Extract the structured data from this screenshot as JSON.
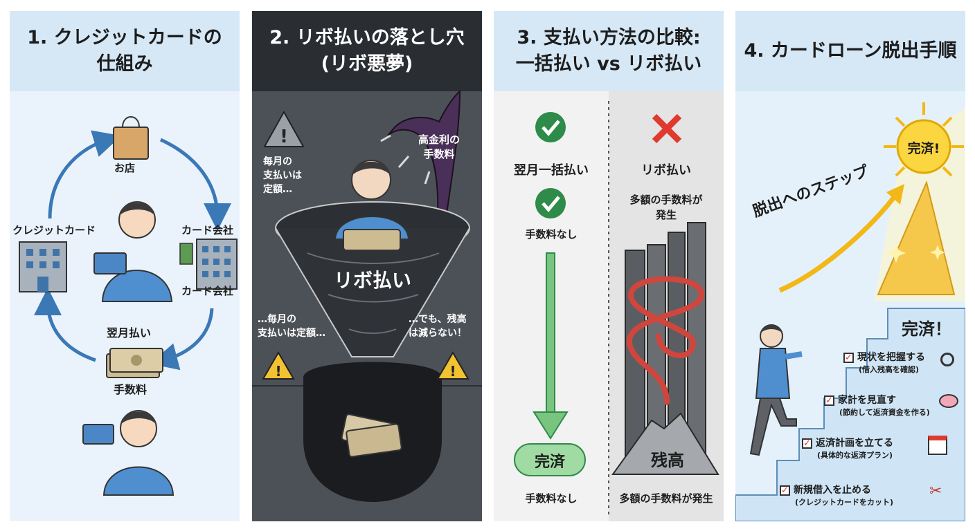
{
  "panel1": {
    "title_line1": "1. クレジットカードの",
    "title_line2": "仕組み",
    "shop_label": "お店",
    "card_label": "クレジットカード",
    "company_label_1": "カード会社",
    "company_label_2": "カード会社",
    "next_month_label": "翌月払い",
    "fee_label": "手数料",
    "icons": [
      "shopping-bag",
      "building",
      "person-with-card",
      "bank-building",
      "money-stack",
      "worried-person"
    ]
  },
  "panel2": {
    "title_line1": "2. リボ払いの落とし穴",
    "title_line2": "(リボ悪夢)",
    "note_left_top": "毎月の\n支払いは\n定額…",
    "note_monster": "高金利の\n手数料",
    "funnel_label": "リボ払い",
    "note_left_bottom": "…毎月の\n支払いは定額…",
    "note_right_bottom": "…でも、残高\nは減らない！",
    "icons": [
      "warning-triangle",
      "warning-triangle",
      "warning-triangle",
      "monster-claw",
      "funnel",
      "cash-bundle"
    ]
  },
  "panel3": {
    "title_line1": "3. 支払い方法の比較:",
    "title_line2": "一括払い vs リボ払い",
    "left_heading": "翌月一括払い",
    "left_no_fee": "手数料なし",
    "left_complete": "完済",
    "left_bottom": "手数料なし",
    "right_heading": "リボ払い",
    "right_note": "多額の手数料が\n発生",
    "balance_label": "残高",
    "right_bottom": "多額の手数料が発生",
    "colors": {
      "good": "#2e8b4a",
      "bad": "#e03a2f"
    }
  },
  "panel4": {
    "title": "4. カードローン脱出手順",
    "sun_label": "完済!",
    "steps_label": "脱出へのステップ",
    "complete_label": "完済！",
    "steps": [
      {
        "main": "現状を把握する",
        "sub": "(借入残高を確認)",
        "icon": "magnifier-icon"
      },
      {
        "main": "家計を見直す",
        "sub": "(節約して返済資金を作る)",
        "icon": "piggy-bank-icon"
      },
      {
        "main": "返済計画を立てる",
        "sub": "(具体的な返済プラン)",
        "icon": "calendar-icon"
      },
      {
        "main": "新規借入を止める",
        "sub": "(クレジットカードをカット)",
        "icon": "scissors-icon"
      }
    ]
  }
}
